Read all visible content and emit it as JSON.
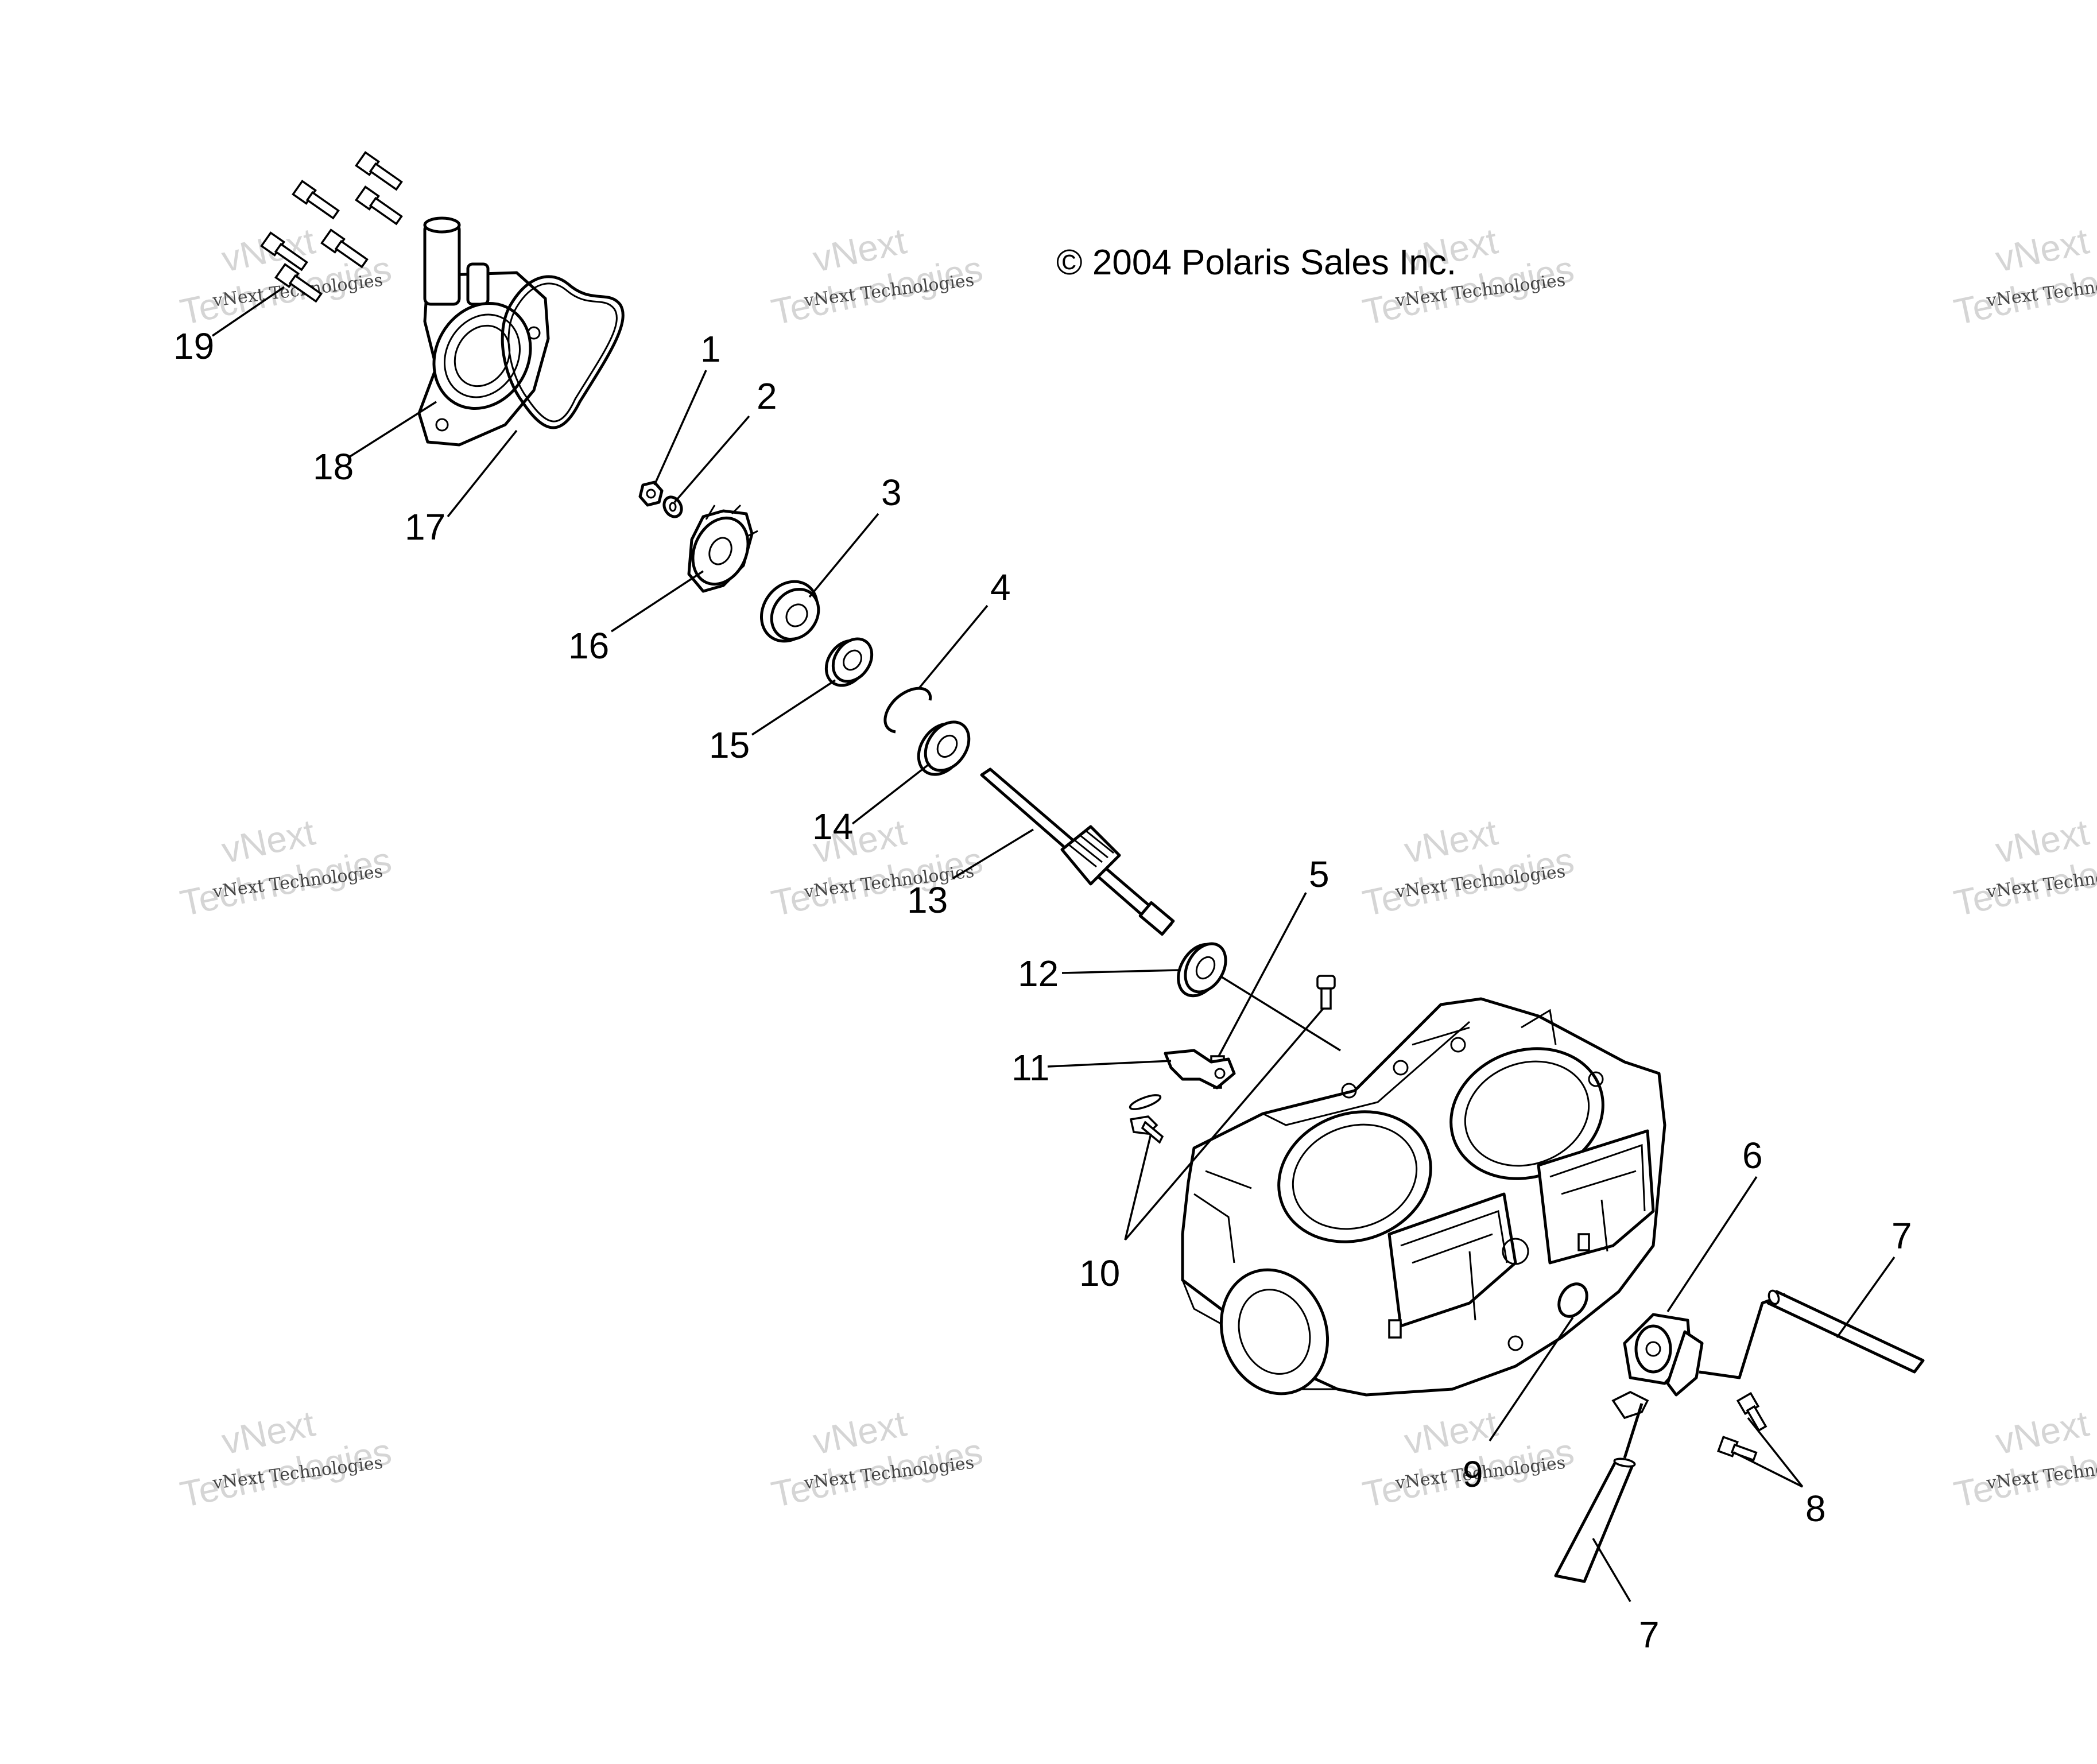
{
  "copyright": "© 2004 Polaris Sales Inc.",
  "watermark": {
    "small": "vNext Technologies",
    "big_line1": "vNext",
    "big_line2": "Technologies"
  },
  "callouts": [
    "1",
    "2",
    "3",
    "4",
    "5",
    "6",
    "7",
    "7",
    "8",
    "9",
    "10",
    "11",
    "12",
    "13",
    "14",
    "15",
    "16",
    "17",
    "18",
    "19"
  ]
}
